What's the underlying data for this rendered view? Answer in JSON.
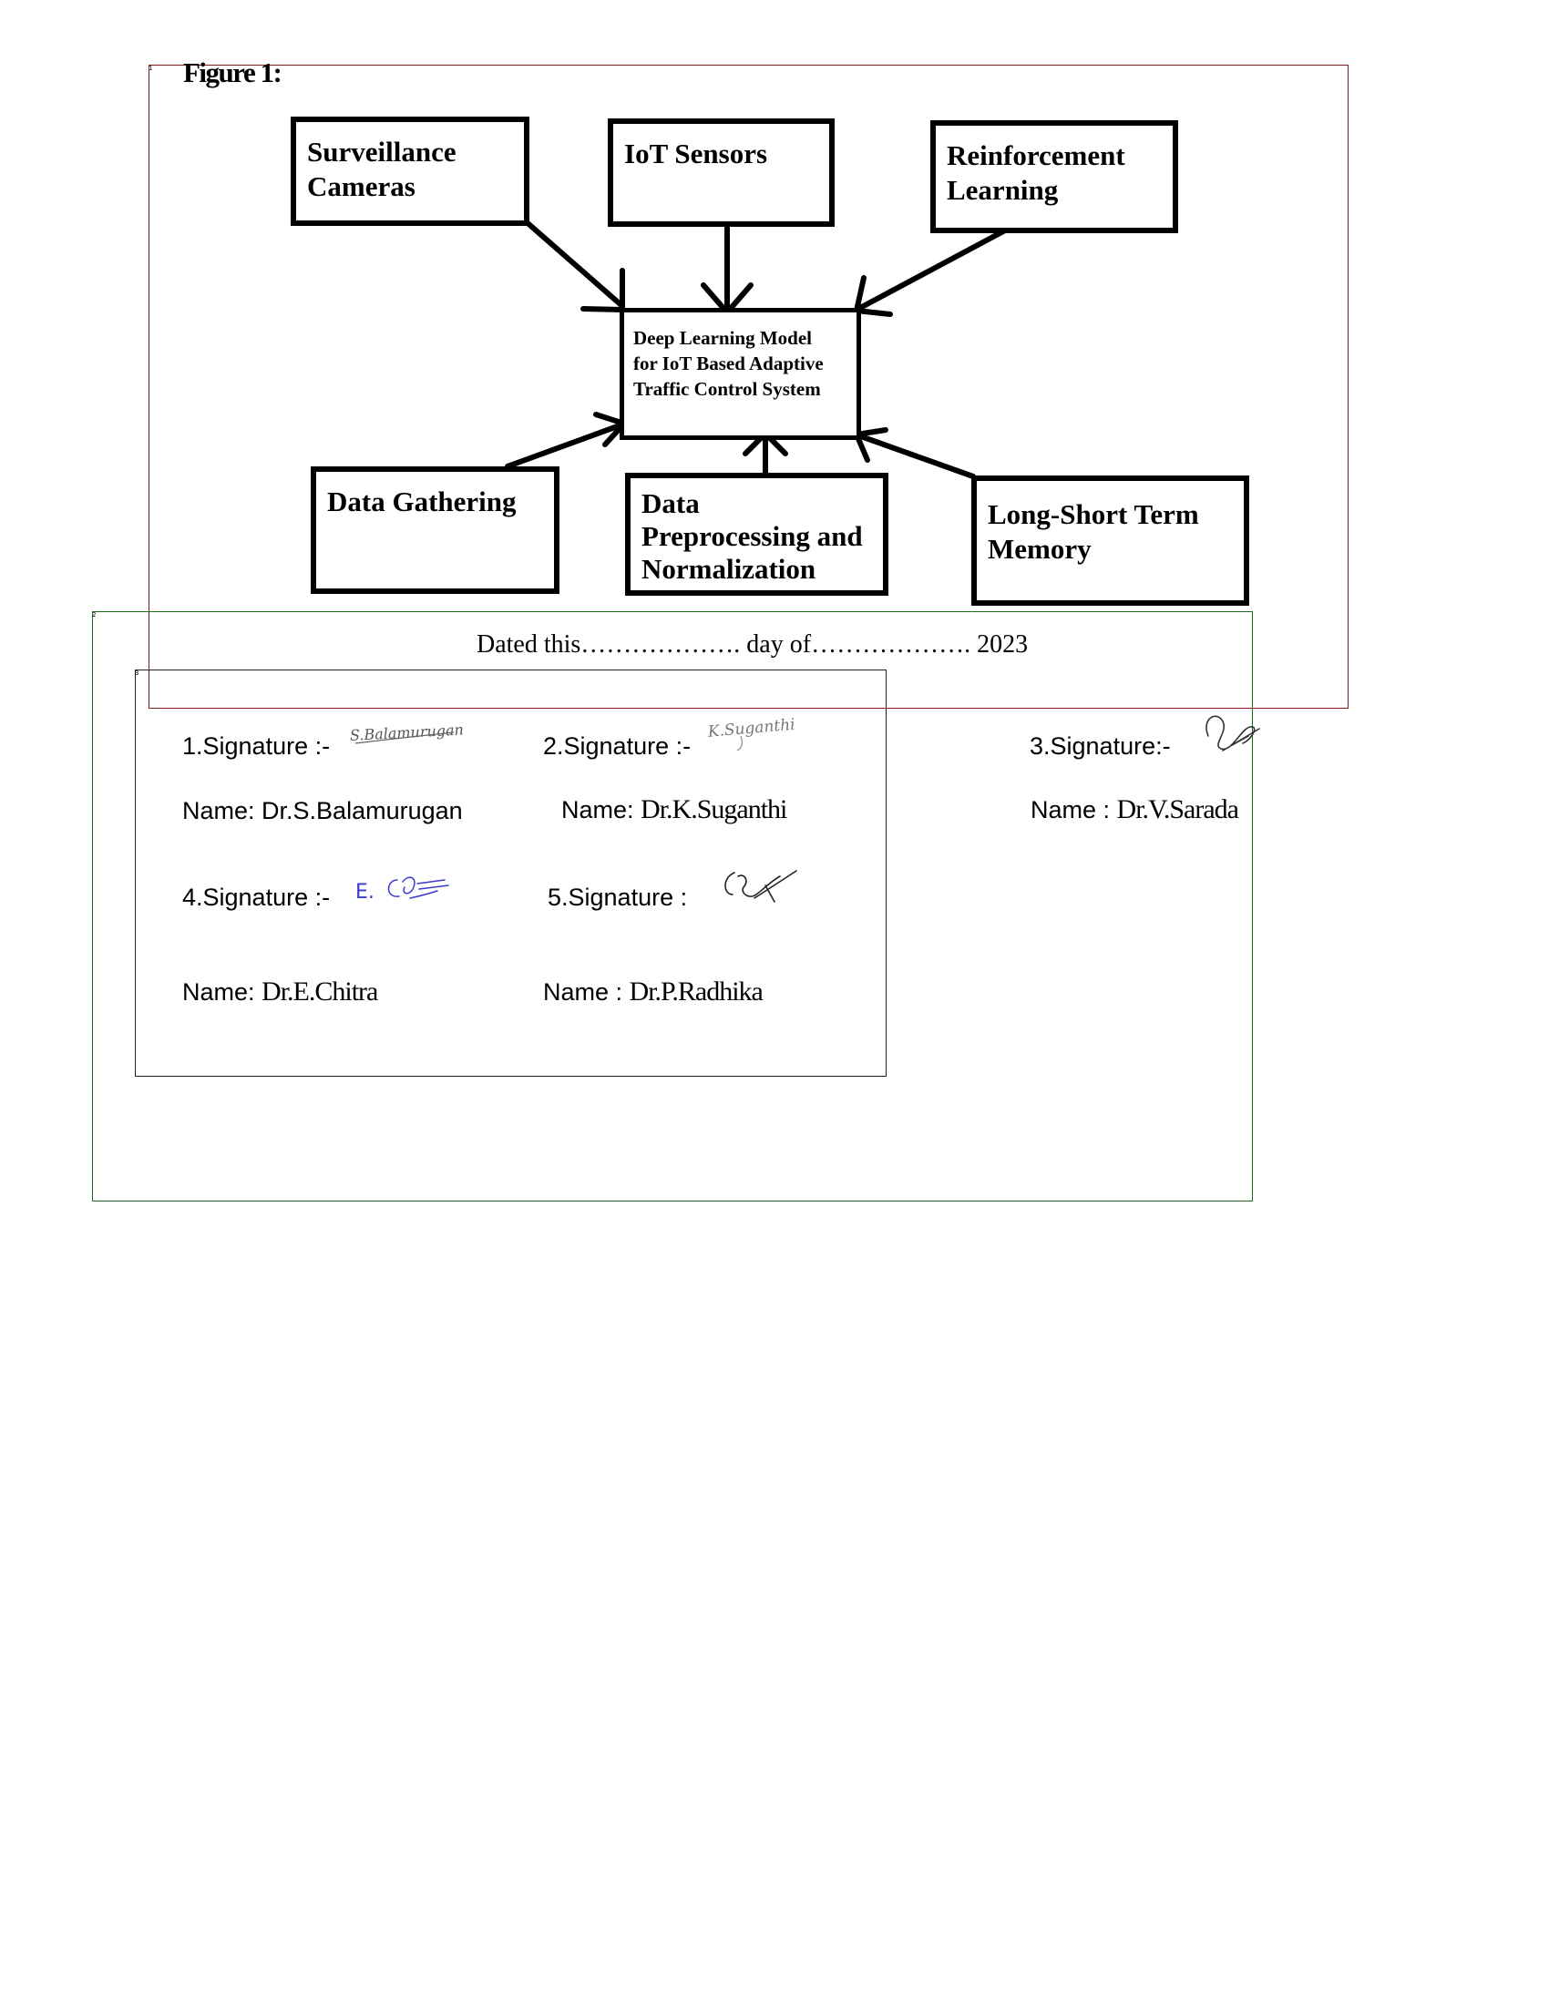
{
  "page": {
    "marks": [
      "1",
      "2",
      "3"
    ]
  },
  "figure": {
    "title": "Figure 1:",
    "nodes": {
      "surveillance": [
        "Surveillance",
        "Cameras"
      ],
      "iot": [
        "IoT Sensors"
      ],
      "reinforcement": [
        "Reinforcement",
        "Learning"
      ],
      "center": [
        "Deep Learning Model",
        "for IoT Based Adaptive",
        "Traffic Control System"
      ],
      "data_gathering": [
        "Data Gathering"
      ],
      "preprocessing": [
        "Data",
        "Preprocessing and",
        "Normalization"
      ],
      "lstm": [
        "Long-Short Term",
        "Memory"
      ]
    }
  },
  "dated": {
    "text": "Dated this………………. day of………………. 2023"
  },
  "signatures": [
    {
      "label": "1.Signature :-",
      "name_prefix": "Name: ",
      "name": "Dr.S.Balamurugan",
      "sig_text": "S.Balamurugan",
      "ink": "#555555"
    },
    {
      "label": "2.Signature :-",
      "name_prefix": "Name: ",
      "name": "Dr.K.Suganthi",
      "sig_text": "K.Suganthi",
      "ink": "#777777"
    },
    {
      "label": "3.Signature:-",
      "name_prefix": "Name : ",
      "name": "Dr.V.Sarada",
      "sig_text": "Sarada",
      "ink": "#333333"
    },
    {
      "label": "4.Signature :-",
      "name_prefix": "Name: ",
      "name": "Dr.E.Chitra",
      "sig_text": "E.Chitra",
      "ink": "#3a3ad0"
    },
    {
      "label": "5.Signature :",
      "name_prefix": "Name :  ",
      "name": "Dr.P.Radhika",
      "sig_text": "Radhika",
      "ink": "#222222"
    }
  ],
  "colors": {
    "frame_red": "#8b1a1a",
    "frame_green": "#1e6b1e",
    "frame_black": "#222222"
  }
}
